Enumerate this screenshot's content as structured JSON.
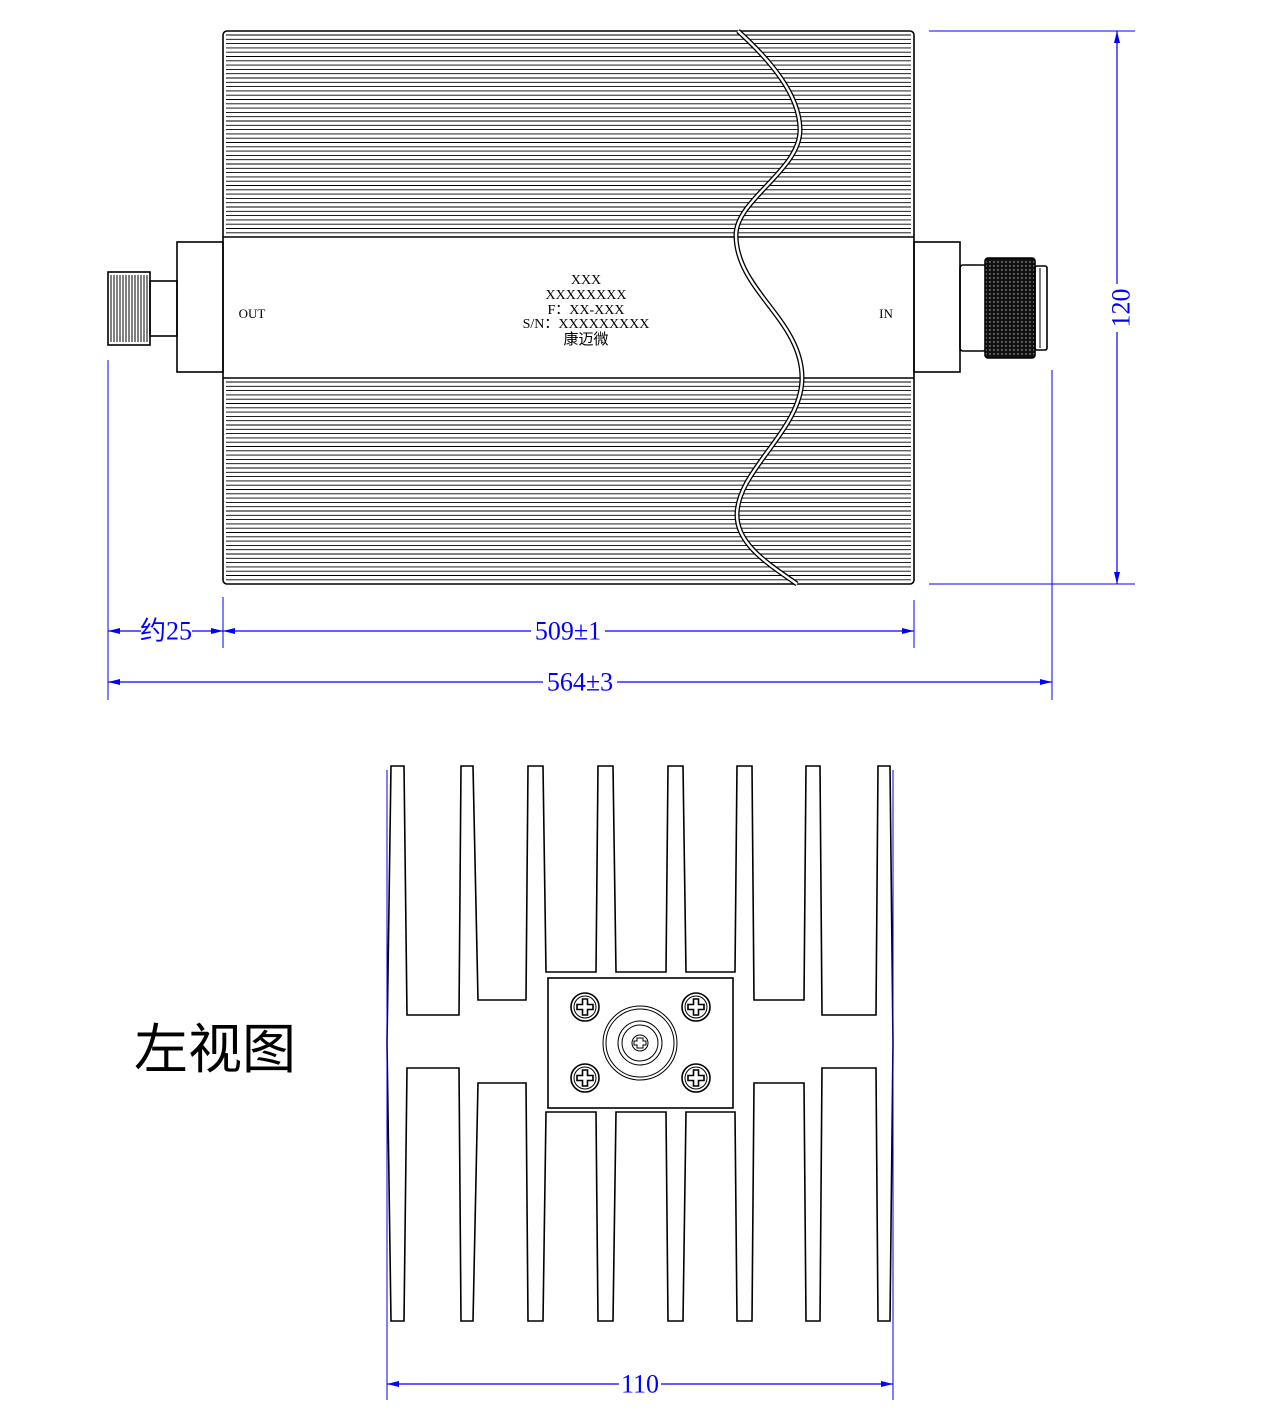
{
  "top_view": {
    "label_block": {
      "line1": "XXX",
      "line2": "XXXXXXXX",
      "line3": "F：XX-XXX",
      "line4": "S/N：XXXXXXXXX",
      "line5": "康迈微"
    },
    "port_out": "OUT",
    "port_in": "IN"
  },
  "dimensions": {
    "height": "120",
    "connector_length": "约25",
    "body_length": "509±1",
    "total_length": "564±3",
    "width": "110"
  },
  "side_view": {
    "title": "左视图"
  },
  "colors": {
    "dimension": "#0000ff",
    "drawing": "#000000"
  }
}
